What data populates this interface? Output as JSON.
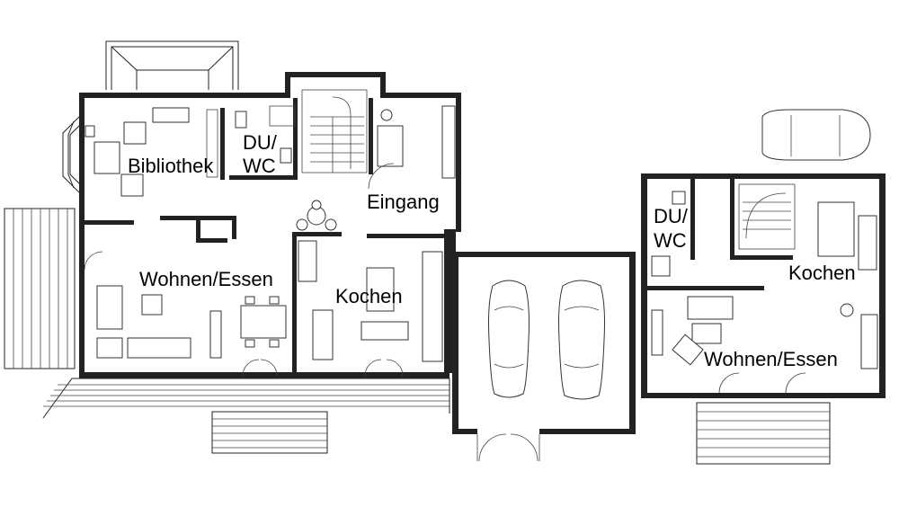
{
  "rooms": {
    "bibliothek": "Bibliothek",
    "du_wc_main_1": "DU/",
    "du_wc_main_2": "WC",
    "eingang": "Eingang",
    "wohnen_essen_main": "Wohnen/Essen",
    "kochen_main": "Kochen",
    "du_wc_annex_1": "DU/",
    "du_wc_annex_2": "WC",
    "kochen_annex": "Kochen",
    "wohnen_essen_annex": "Wohnen/Essen"
  }
}
